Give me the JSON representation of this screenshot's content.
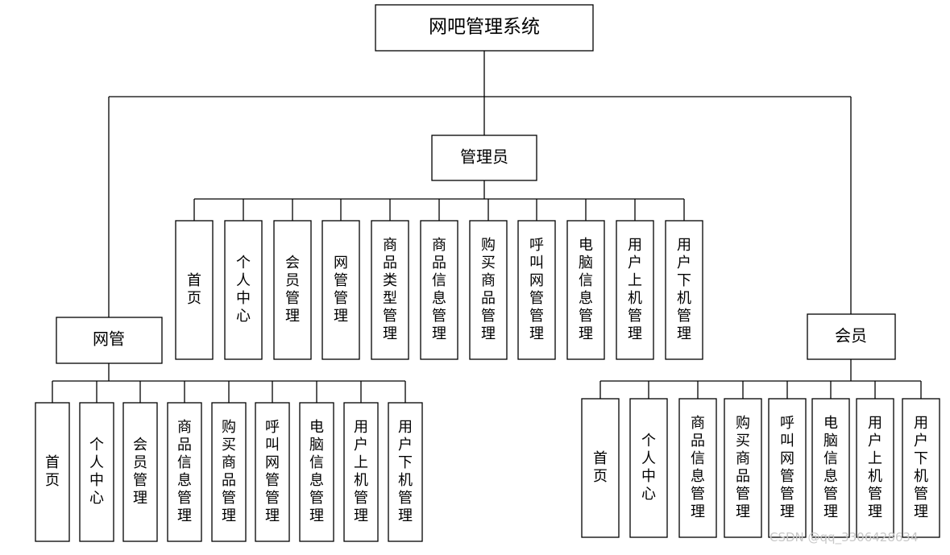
{
  "root": {
    "label": "网吧管理系统"
  },
  "admin": {
    "label": "管理员",
    "children": [
      "首页",
      "个人中心",
      "会员管理",
      "网管管理",
      "商品类型管理",
      "商品信息管理",
      "购买商品管理",
      "呼叫网管管理",
      "电脑信息管理",
      "用户上机管理",
      "用户下机管理"
    ]
  },
  "netadmin": {
    "label": "网管",
    "children": [
      "首页",
      "个人中心",
      "会员管理",
      "商品信息管理",
      "购买商品管理",
      "呼叫网管管理",
      "电脑信息管理",
      "用户上机管理",
      "用户下机管理"
    ]
  },
  "member": {
    "label": "会员",
    "children": [
      "首页",
      "个人中心",
      "商品信息管理",
      "购买商品管理",
      "呼叫网管管理",
      "电脑信息管理",
      "用户上机管理",
      "用户下机管理"
    ]
  },
  "watermark": "CSDN @qq_3306428634"
}
